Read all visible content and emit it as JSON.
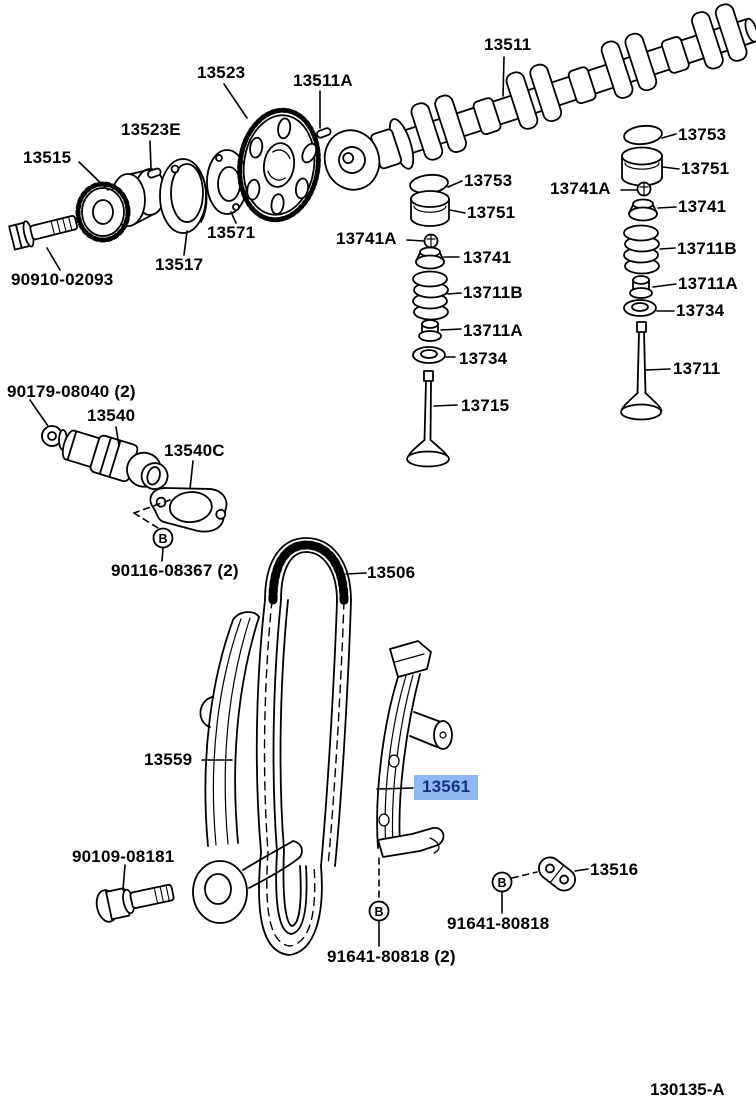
{
  "diagram": {
    "figure_code": "130135-A",
    "bolt_symbol": "B",
    "highlight": {
      "part": "13561",
      "bg_color": "#8FB8F2",
      "text_color": "#14337F"
    },
    "labels": {
      "camshaft": "13511",
      "cam_sprocket": "13523",
      "cam_pin": "13511A",
      "sprocket_pin": "13523E",
      "pump_gear": "13515",
      "drum": "13517",
      "plate": "13571",
      "front_bolt": "90910-02093",
      "shim_mid": "13753",
      "lifter_mid": "13751",
      "keeper_mid": "13741A",
      "retainer_mid": "13741",
      "spring_mid": "13711B",
      "seat_mid": "13711A",
      "seal_mid": "13734",
      "valve_intake": "13715",
      "shim_right": "13753",
      "lifter_right": "13751",
      "keeper_right": "13741A",
      "retainer_right": "13741",
      "spring_right": "13711B",
      "seat_right": "13711A",
      "seal_right": "13734",
      "valve_exhaust": "13711",
      "ocv_bolt": "90179-08040 (2)",
      "ocv": "13540",
      "ocv_gasket": "13540C",
      "gasket_bolt": "90116-08367 (2)",
      "chain": "13506",
      "guide_left": "13559",
      "guide_right": "13561",
      "pivot_bolt": "90109-08181",
      "bracket": "13516",
      "bracket_bolt": "91641-80818",
      "guide_bolt": "91641-80818 (2)"
    }
  }
}
